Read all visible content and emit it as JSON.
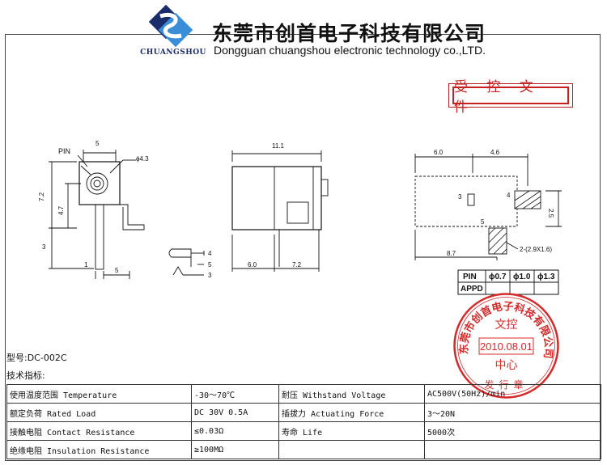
{
  "header": {
    "logo_text": "CHUANGSHOU",
    "company_cn": "东莞市创首电子科技有限公司",
    "company_en": "Dongguan chuangshou electronic technology co.,LTD."
  },
  "stamp_label": "受 控 文 件",
  "drawing": {
    "view1": {
      "dim_top": "5",
      "dim_hole": "ϕ4.3",
      "pin_label": "PIN",
      "dim_height": "7.2",
      "dim_center": "4.7",
      "dim_pin": "3",
      "dim_bottom_small": "1",
      "dim_bottom": "5"
    },
    "view2": {
      "dim_top": "11.1",
      "dim_left": "6.0",
      "dim_right": "7.2"
    },
    "view3": {
      "dim_left": "6.0",
      "dim_right": "4.6",
      "dim_side": "2.5",
      "dim_bottom": "8.7",
      "pin_callout": "2-(2.9X1.6)",
      "pin_num_3": "3",
      "pin_num_4": "4",
      "pin_num_5": "5"
    },
    "schematic": {
      "pin_4": "4",
      "pin_5": "5",
      "pin_3": "3"
    },
    "pin_table": {
      "headers": [
        "PIN",
        "ϕ0.7",
        "ϕ1.0",
        "ϕ1.3"
      ],
      "row_label": "APPD"
    }
  },
  "seal": {
    "ring_text": "东莞市创首电子科技有限公司",
    "line1": "文控",
    "date": "2010.08.01",
    "line2": "中心",
    "bottom_text": "发行章"
  },
  "model": "型号:DC-002C",
  "spec_title": "技术指标:",
  "spec_rows": [
    [
      "使用温度范围 Temperature",
      "-30～70℃",
      "耐压 Withstand Voltage",
      "AC500V(50Hz)/min"
    ],
    [
      "额定负荷 Rated Load",
      "DC 30V 0.5A",
      "插拔力 Actuating Force",
      "3～20N"
    ],
    [
      "接触电阻 Contact Resistance",
      "≤0.03Ω",
      "寿命 Life",
      "5000次"
    ],
    [
      "绝缘电阻 Insulation Resistance",
      "≥100MΩ",
      "",
      ""
    ]
  ],
  "colors": {
    "seal": "#d42a2a",
    "logo_dark": "#1a2d6b",
    "logo_light": "#3a8ed8"
  }
}
